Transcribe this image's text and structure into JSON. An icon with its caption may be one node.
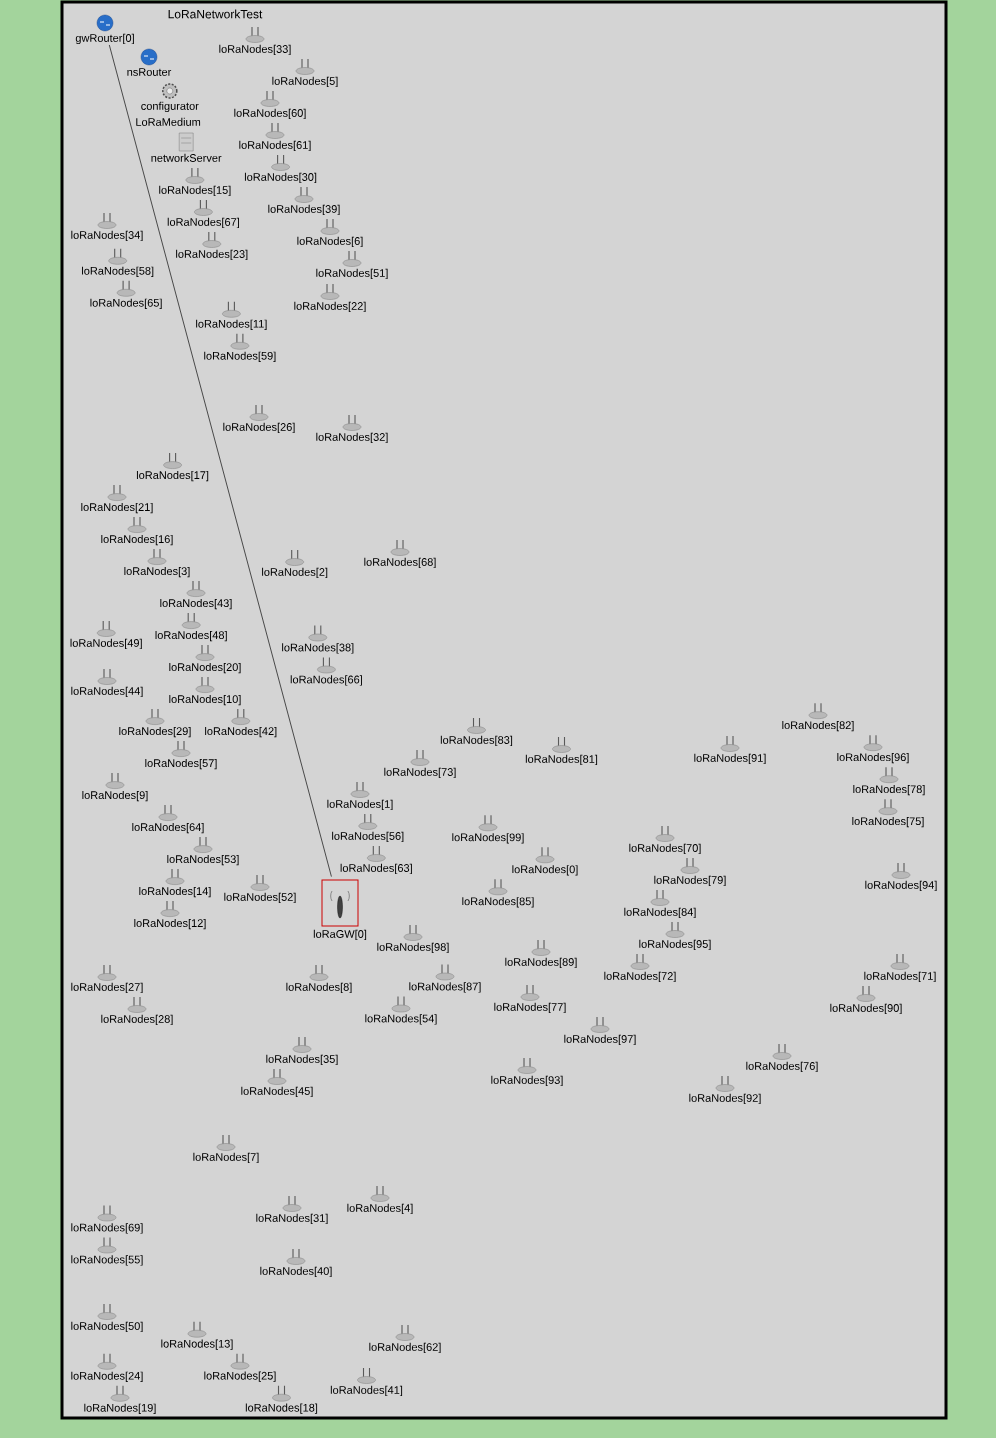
{
  "diagram": {
    "title": "LoRaNetworkTest",
    "nodes": [
      {
        "text": [
          "gwRouter[0]"
        ]
      },
      {
        "text": [
          "nsRouter"
        ]
      },
      {
        "text": [
          "networkServer"
        ]
      },
      {
        "text": [
          "LoRaMedium"
        ]
      },
      {
        "text": [
          "configurator"
        ]
      },
      {
        "text": [
          "loRaNodes[33]"
        ]
      },
      {
        "text": [
          "loRaNodes[5]"
        ]
      },
      {
        "text": [
          "loRaNodes[60]"
        ]
      },
      {
        "text": [
          "loRaNodes[61]"
        ]
      },
      {
        "text": [
          "loRaNodes[15]"
        ]
      },
      {
        "text": [
          "loRaNodes[30]"
        ]
      },
      {
        "text": [
          "loRaNodes[67]"
        ]
      },
      {
        "text": [
          "loRaNodes[23]"
        ]
      },
      {
        "text": [
          "loRaNodes[39]"
        ]
      },
      {
        "text": [
          "loRaNodes[6]"
        ]
      },
      {
        "text": [
          "loRaNodes[34]"
        ]
      },
      {
        "text": [
          "loRaNodes[51]"
        ]
      },
      {
        "text": [
          "loRaNodes[58]"
        ]
      },
      {
        "text": [
          "loRaNodes[65]"
        ]
      },
      {
        "text": [
          "loRaNodes[22]"
        ]
      },
      {
        "text": [
          "loRaNodes[11]"
        ]
      },
      {
        "text": [
          "loRaNodes[59]"
        ]
      },
      {
        "text": [
          "loRaNodes[26]"
        ]
      },
      {
        "text": [
          "loRaNodes[32]"
        ]
      },
      {
        "text": [
          "loRaNodes[17]"
        ]
      },
      {
        "text": [
          "loRaNodes[21]"
        ]
      },
      {
        "text": [
          "loRaNodes[16]"
        ]
      },
      {
        "text": [
          "loRaNodes[68]"
        ]
      },
      {
        "text": [
          "loRaNodes[3]"
        ]
      },
      {
        "text": [
          "loRaNodes[2]"
        ]
      },
      {
        "text": [
          "loRaNodes[43]"
        ]
      },
      {
        "text": [
          "loRaNodes[48]"
        ]
      },
      {
        "text": [
          "loRaNodes[49]"
        ]
      },
      {
        "text": [
          "loRaNodes[38]"
        ]
      },
      {
        "text": [
          "loRaNodes[66]"
        ]
      },
      {
        "text": [
          "loRaNodes[20]"
        ]
      },
      {
        "text": [
          "loRaNodes[44]"
        ]
      },
      {
        "text": [
          "loRaNodes[10]"
        ]
      },
      {
        "text": [
          "loRaNodes[82]"
        ]
      },
      {
        "text": [
          "loRaNodes[42]"
        ]
      },
      {
        "text": [
          "loRaNodes[29]"
        ]
      },
      {
        "text": [
          "loRaNodes[83]"
        ]
      },
      {
        "text": [
          "loRaNodes[91]"
        ]
      },
      {
        "text": [
          "loRaNodes[81]"
        ]
      },
      {
        "text": [
          "loRaNodes[96]"
        ]
      },
      {
        "text": [
          "loRaNodes[57]"
        ]
      },
      {
        "text": [
          "loRaNodes[73]"
        ]
      },
      {
        "text": [
          "loRaNodes[9]"
        ]
      },
      {
        "text": [
          "loRaNodes[78]"
        ]
      },
      {
        "text": [
          "loRaNodes[1]"
        ]
      },
      {
        "text": [
          "loRaNodes[75]"
        ]
      },
      {
        "text": [
          "loRaNodes[64]"
        ]
      },
      {
        "text": [
          "loRaNodes[53]"
        ]
      },
      {
        "text": [
          "loRaNodes[56]"
        ]
      },
      {
        "text": [
          "loRaNodes[99]"
        ]
      },
      {
        "text": [
          "loRaNodes[63]"
        ]
      },
      {
        "text": [
          "loRaNodes[0]"
        ]
      },
      {
        "text": [
          "loRaNodes[70]"
        ]
      },
      {
        "text": [
          "loRaNodes[79]"
        ]
      },
      {
        "text": [
          "loRaNodes[85]"
        ]
      },
      {
        "text": [
          "loRaNodes[94]"
        ]
      },
      {
        "text": [
          "loRaNodes[14]"
        ]
      },
      {
        "text": [
          "loRaNodes[52]"
        ]
      },
      {
        "text": [
          "loRaNodes[12]"
        ]
      },
      {
        "text": [
          "loRaGW[0]"
        ]
      },
      {
        "text": [
          "loRaNodes[84]"
        ]
      },
      {
        "text": [
          "loRaNodes[95]"
        ]
      },
      {
        "text": [
          "loRaNodes[98]"
        ]
      },
      {
        "text": [
          "loRaNodes[72]"
        ]
      },
      {
        "text": [
          "loRaNodes[89]"
        ]
      },
      {
        "text": [
          "loRaNodes[71]"
        ]
      },
      {
        "text": [
          "loRaNodes[8]"
        ]
      },
      {
        "text": [
          "loRaNodes[87]"
        ]
      },
      {
        "text": [
          "loRaNodes[27]"
        ]
      },
      {
        "text": [
          "loRaNodes[28]"
        ]
      },
      {
        "text": [
          "loRaNodes[90]"
        ]
      },
      {
        "text": [
          "loRaNodes[77]"
        ]
      },
      {
        "text": [
          "loRaNodes[54]"
        ]
      },
      {
        "text": [
          "loRaNodes[97]"
        ]
      },
      {
        "text": [
          "loRaNodes[35]"
        ]
      },
      {
        "text": [
          "loRaNodes[76]"
        ]
      },
      {
        "text": [
          "loRaNodes[93]"
        ]
      },
      {
        "text": [
          "loRaNodes[45]"
        ]
      },
      {
        "text": [
          "loRaNodes[92]"
        ]
      },
      {
        "text": [
          "loRaNodes[7]"
        ]
      },
      {
        "text": [
          "loRaNodes[4]"
        ]
      },
      {
        "text": [
          "loRaNodes[31]"
        ]
      },
      {
        "text": [
          "loRaNodes[69]"
        ]
      },
      {
        "text": [
          "loRaNodes[55]"
        ]
      },
      {
        "text": [
          "loRaNodes[40]"
        ]
      },
      {
        "text": [
          "loRaNodes[50]"
        ]
      },
      {
        "text": [
          "loRaNodes[62]"
        ]
      },
      {
        "text": [
          "loRaNodes[13]"
        ]
      },
      {
        "text": [
          "loRaNodes[41]"
        ]
      },
      {
        "text": [
          "loRaNodes[24]"
        ]
      },
      {
        "text": [
          "loRaNodes[25]"
        ]
      },
      {
        "text": [
          "loRaNodes[18]"
        ]
      },
      {
        "text": [
          "loRaNodes[19]"
        ]
      }
    ],
    "edges": [
      {
        "from": 0,
        "to": 64,
        "arrow": "none"
      }
    ]
  }
}
